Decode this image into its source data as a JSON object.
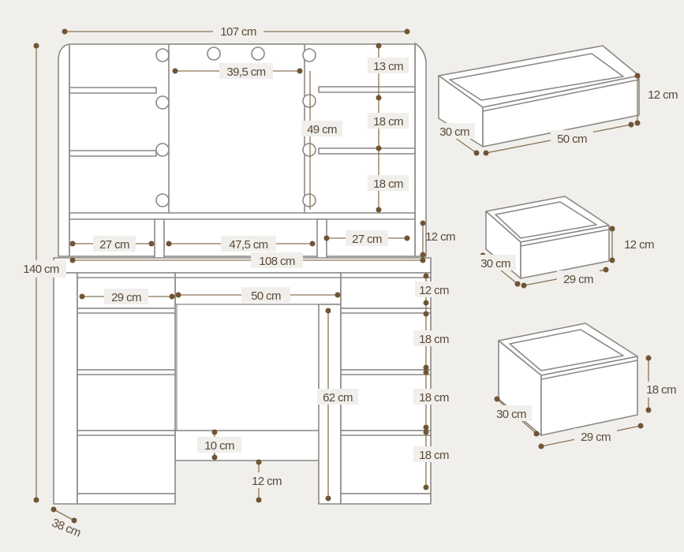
{
  "labels": {
    "total_width": "107 cm",
    "mirror_width": "39,5 cm",
    "top_shelf": "13 cm",
    "mirror_height": "49 cm",
    "shelf_mid": "18 cm",
    "shelf_low": "18 cm",
    "side_left": "27 cm",
    "center_gap": "47,5 cm",
    "side_right": "27 cm",
    "riser": "12 cm",
    "desk_width": "108 cm",
    "left_drawer_width": "29 cm",
    "center_drawer_width": "50 cm",
    "right_top_drawer": "12 cm",
    "right_drawer_1": "18 cm",
    "right_drawer_2": "18 cm",
    "right_drawer_3": "18 cm",
    "knee_height": "62 cm",
    "panel_10": "10 cm",
    "panel_12": "12 cm",
    "total_height": "140 cm",
    "depth": "38 cm",
    "d1_height": "12 cm",
    "d1_depth": "30 cm",
    "d1_width": "50 cm",
    "d2_height": "12 cm",
    "d2_depth": "30 cm",
    "d2_width": "29 cm",
    "d3_height": "18 cm",
    "d3_depth": "30 cm",
    "d3_width": "29 cm"
  }
}
